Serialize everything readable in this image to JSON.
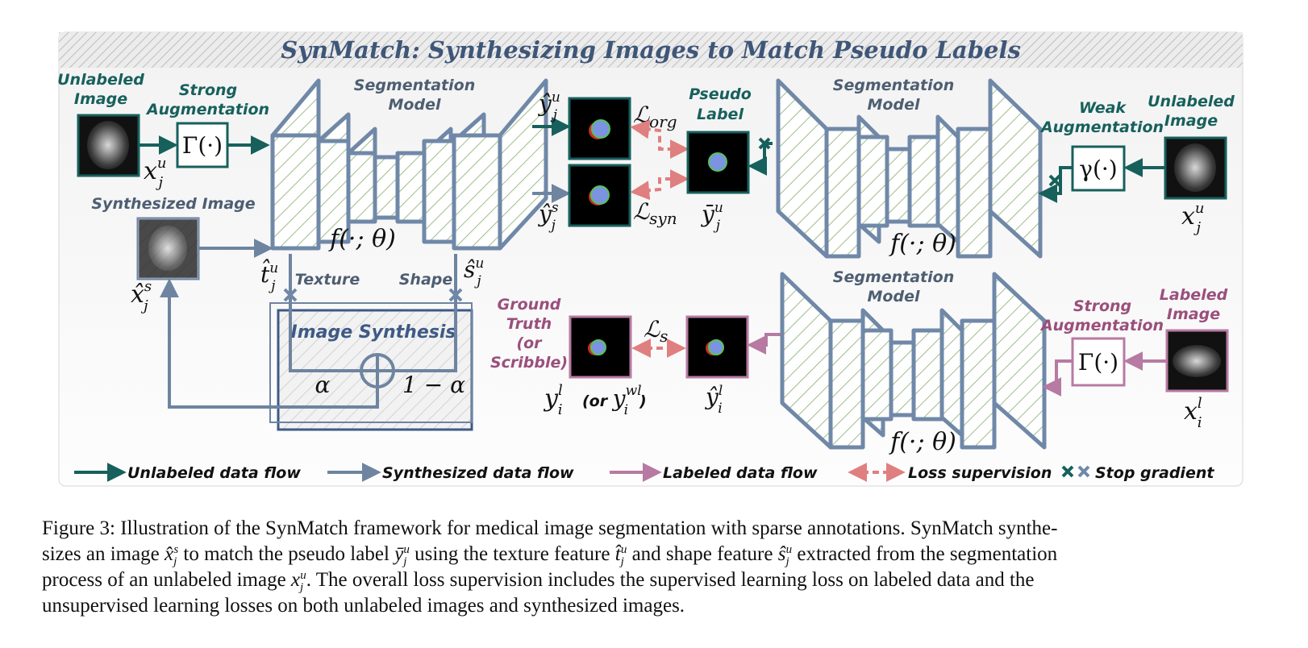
{
  "title": "SynMatch: Synthesizing Images to Match Pseudo Labels",
  "labels": {
    "unlabeled_image_1": [
      "Unlabeled",
      "Image"
    ],
    "strong_aug_1": [
      "Strong",
      "Augmentation"
    ],
    "seg_model_1": [
      "Segmentation",
      "Model"
    ],
    "pseudo_label": [
      "Pseudo",
      "Label"
    ],
    "seg_model_2": [
      "Segmentation",
      "Model"
    ],
    "weak_aug": [
      "Weak",
      "Augmentation"
    ],
    "unlabeled_image_2": [
      "Unlabeled",
      "Image"
    ],
    "synthesized_image": "Synthesized Image",
    "texture": "Texture",
    "shape": "Shape",
    "image_synthesis": "Image Synthesis",
    "ground_truth": [
      "Ground",
      "Truth",
      "(or",
      "Scribble)"
    ],
    "seg_model_3": [
      "Segmentation",
      "Model"
    ],
    "strong_aug_2": [
      "Strong",
      "Augmentation"
    ],
    "labeled_image": [
      "Labeled",
      "Image"
    ],
    "or_word": "(or "
  },
  "math": {
    "x_u": "x",
    "x_u_sub": "j",
    "x_u_sup": "u",
    "gamma_big": "Γ(·)",
    "gamma_small": "γ(·)",
    "f_theta": "f(·; θ)",
    "y_hat": "ŷ",
    "y_bar": "ȳ",
    "x_hat": "x̂",
    "t_hat": "t̂",
    "s_hat": "ŝ",
    "L": "ℒ",
    "L_org": "org",
    "L_syn": "syn",
    "L_s": "s",
    "alpha": "α",
    "one_minus_alpha": "1 − α",
    "sup_u": "u",
    "sup_s": "s",
    "sup_l": "l",
    "sup_wl": "wl",
    "sub_j": "j",
    "sub_i": "i",
    "y": "y",
    "x": "x"
  },
  "legend": [
    {
      "label": "Unlabeled data flow",
      "color": "#17605c",
      "kind": "solid"
    },
    {
      "label": "Synthesized data flow",
      "color": "#6e84a0",
      "kind": "solid"
    },
    {
      "label": "Labeled data flow",
      "color": "#b77aa2",
      "kind": "solid"
    },
    {
      "label": "Loss supervision",
      "color": "#e07f7f",
      "kind": "dashed"
    },
    {
      "label": "Stop gradient",
      "color": "#17605c",
      "kind": "cross"
    }
  ],
  "caption": {
    "line1": "Figure 3: Illustration of the SynMatch framework for medical image segmentation with sparse annotations. SynMatch synthe-",
    "line2_a": "sizes an image ",
    "line2_b": " to match the pseudo label ",
    "line2_c": " using the texture feature ",
    "line2_d": " and shape feature ",
    "line2_e": " extracted from the segmentation",
    "line3_a": "process of an unlabeled image ",
    "line3_b": ". The overall loss supervision includes the supervised learning loss on labeled data and the",
    "line4": "unsupervised learning losses on both unlabeled images and synthesized images."
  },
  "colors": {
    "teal": "#17605c",
    "slate": "#6e84a0",
    "mauve": "#b77aa2",
    "loss": "#e07f7f",
    "model_stroke": "#7088a8",
    "hatch": "#9dbd8a"
  }
}
